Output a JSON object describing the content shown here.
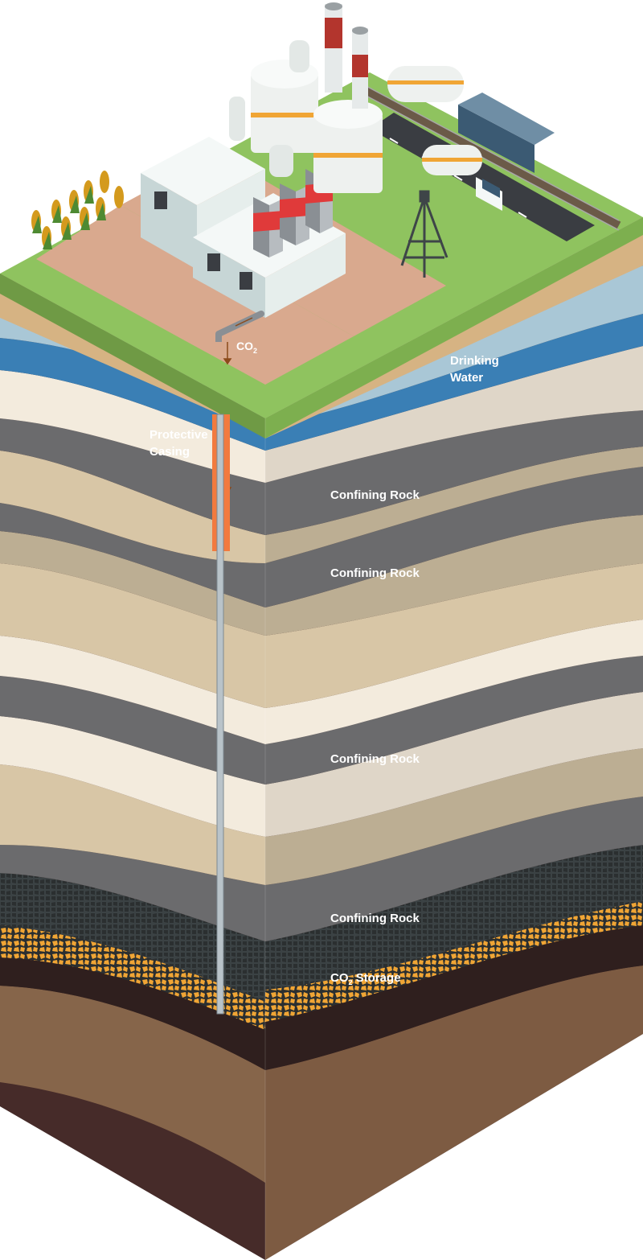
{
  "labels": {
    "co2_injection": {
      "main": "CO",
      "sub": "2"
    },
    "drinking_water": {
      "line1": "Drinking",
      "line2": "Water"
    },
    "protective_casing": {
      "line1": "Protective",
      "line2": "Casing"
    },
    "confining_rock_1": "Confining Rock",
    "confining_rock_2": "Confining Rock",
    "confining_rock_3": "Confining Rock",
    "confining_rock_4": "Confining Rock",
    "co2_storage": {
      "main": "CO",
      "sub": "2",
      "rest": " Storage"
    }
  },
  "colors": {
    "grass": "#8fc35f",
    "grass_edge": "#6f9a45",
    "soil_top": "#d6b383",
    "ground_pad": "#d9a98e",
    "water_light": "#a9c7d6",
    "water_dark": "#3a7fb5",
    "cream": "#f3ebdd",
    "tan": "#d8c6a6",
    "khaki": "#bcae93",
    "confining_rock": "#6b6b6d",
    "storage_orange": "#f0a535",
    "storage_dark": "#2b2f30",
    "deep_dark": "#2f1f1e",
    "deep_brown": "#7d5b42",
    "bottom_dark": "#462b29",
    "casing": "#f27a3f",
    "well_pipe": "#b9c3c9"
  },
  "icons": [
    "factory-icon",
    "storage-tank-icon",
    "smokestack-icon",
    "train-icon",
    "tanker-truck-icon",
    "crop-icon",
    "drilling-rig-icon",
    "pipe-icon",
    "flow-arrow-icon"
  ]
}
